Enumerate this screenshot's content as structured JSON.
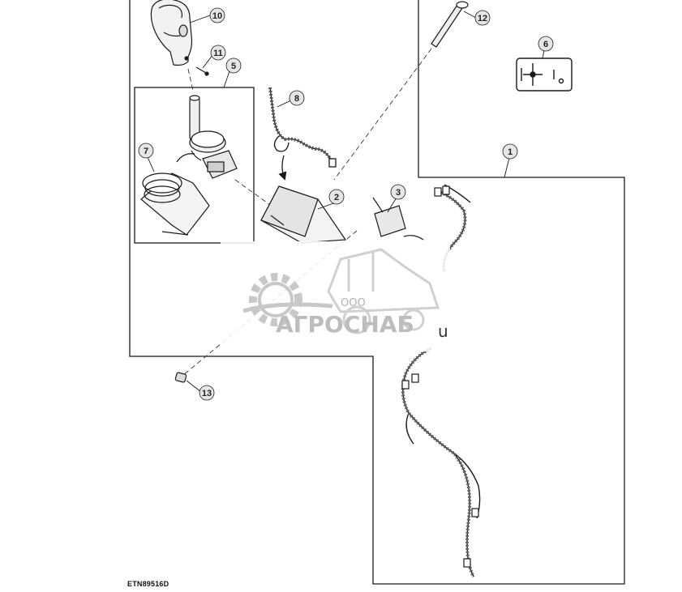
{
  "callouts": {
    "c1": "1",
    "c2": "2",
    "c3": "3",
    "c5": "5",
    "c6": "6",
    "c7": "7",
    "c8": "8",
    "c10": "10",
    "c11": "11",
    "c12": "12",
    "c13": "13"
  },
  "figure_id": "ETN89516D",
  "watermark": {
    "company_type": "ООО",
    "company_name": "АГРОСНАБ",
    "suffix": "u"
  },
  "colors": {
    "line": "#1a1a1a",
    "callout_fill": "#e6e6e6",
    "watermark": "#c8c8c8"
  }
}
